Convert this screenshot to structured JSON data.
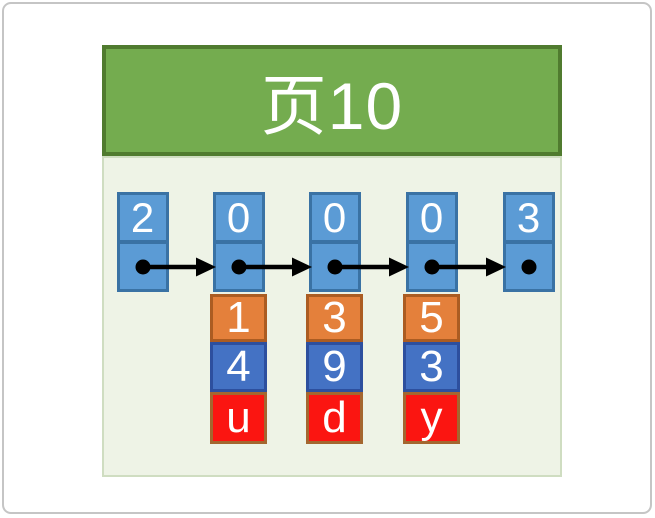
{
  "page": {
    "title": "页10",
    "records": [
      {
        "slot": "2",
        "fields": []
      },
      {
        "slot": "0",
        "fields": [
          {
            "value": "1"
          },
          {
            "value": "4"
          },
          {
            "value": "u"
          }
        ]
      },
      {
        "slot": "0",
        "fields": [
          {
            "value": "3"
          },
          {
            "value": "9"
          },
          {
            "value": "d"
          }
        ]
      },
      {
        "slot": "0",
        "fields": [
          {
            "value": "5"
          },
          {
            "value": "3"
          },
          {
            "value": "y"
          }
        ]
      },
      {
        "slot": "3",
        "fields": []
      }
    ]
  },
  "colors": {
    "frame_border": "#c5c5c5",
    "header_fill": "#74ac4f",
    "header_border": "#507b2f",
    "body_fill": "#eef3e6",
    "body_border": "#cfddc1",
    "slot_fill": "#5b9bd5",
    "slot_border": "#3a72a4",
    "key_fill": "#e4803b",
    "key_border": "#ab5c22",
    "data_fill": "#4472c4",
    "data_border": "#2d4f9e",
    "char_fill": "#fb1511",
    "char_border": "#a4662f",
    "arrow": "#000000",
    "text_white": "#ffffff"
  }
}
